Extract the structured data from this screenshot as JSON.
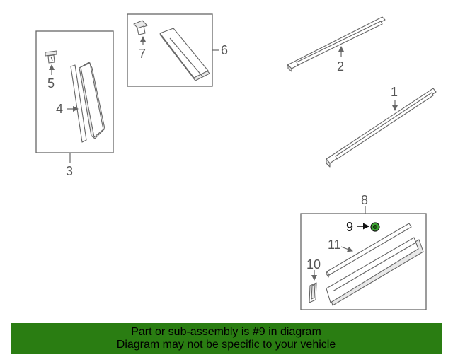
{
  "diagram": {
    "callouts": {
      "c1": "1",
      "c2": "2",
      "c3": "3",
      "c4": "4",
      "c5": "5",
      "c6": "6",
      "c7": "7",
      "c8": "8",
      "c9": "9",
      "c10": "10",
      "c11": "11"
    },
    "highlight_color": "#3aa030"
  },
  "banner": {
    "line1": "Part or sub-assembly is #9 in diagram",
    "line2": "Diagram may not be specific to your vehicle",
    "background": "#2a7d12"
  }
}
